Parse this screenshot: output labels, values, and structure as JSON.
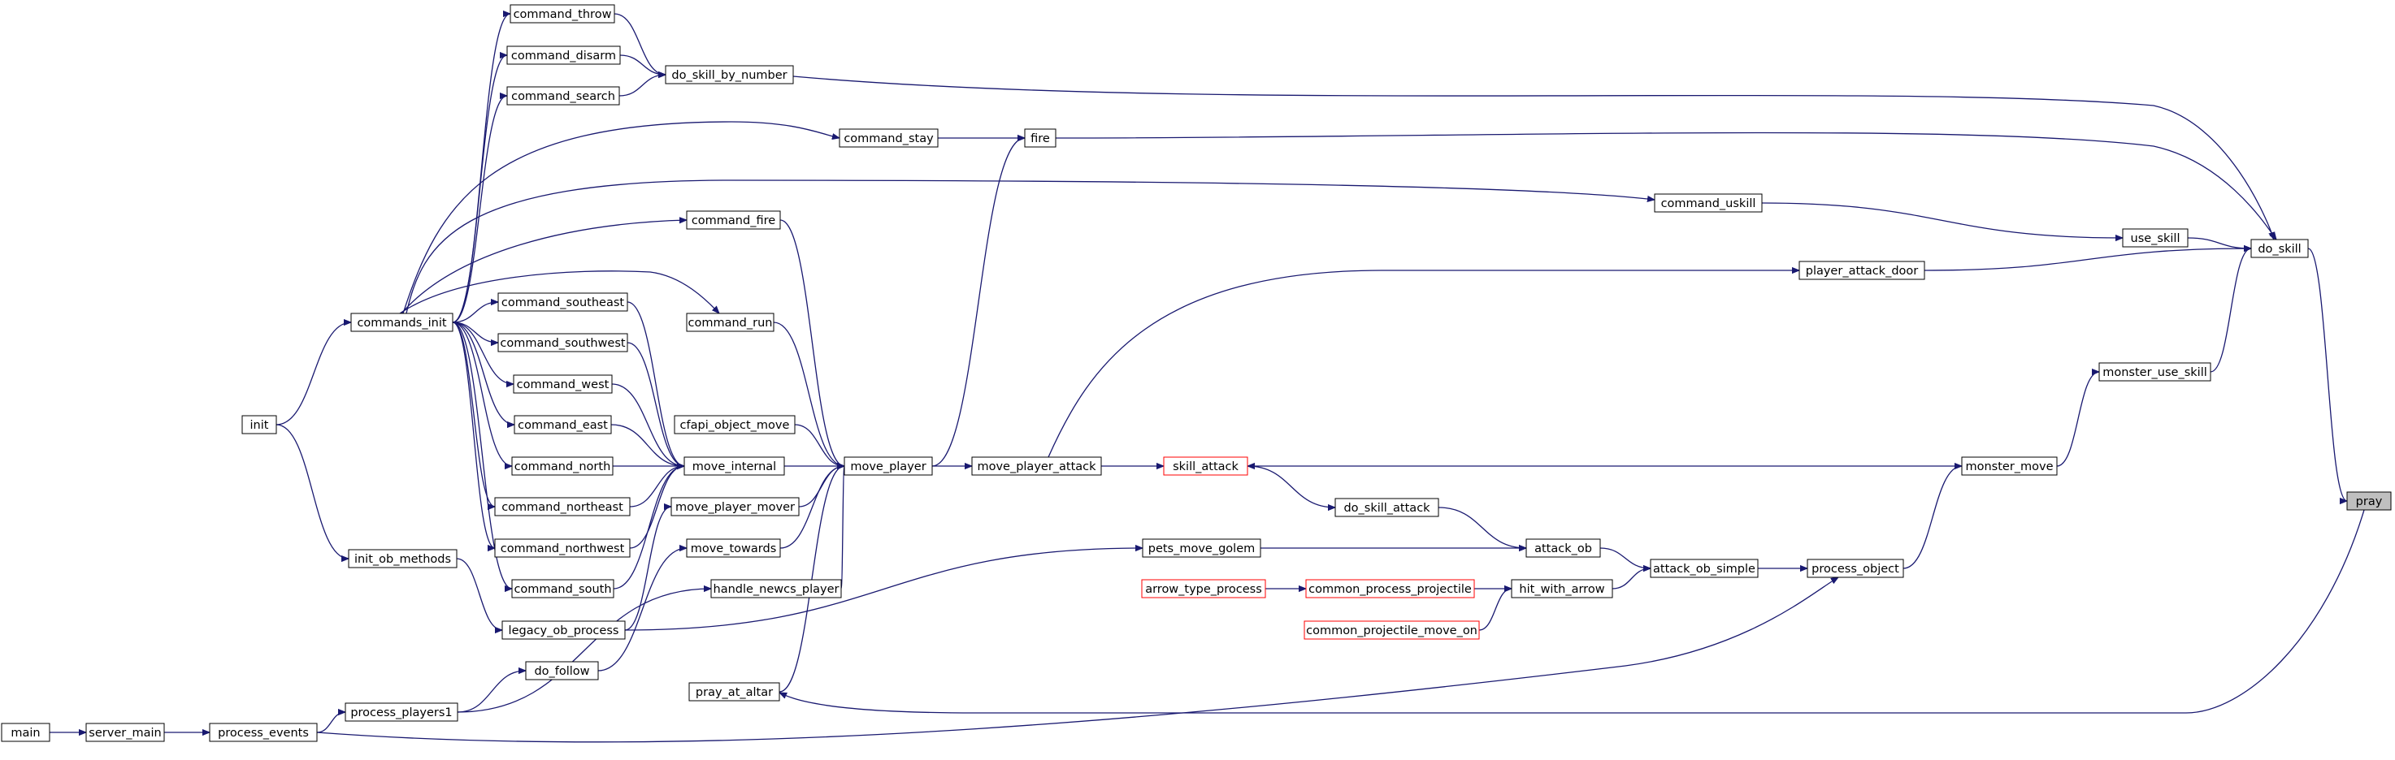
{
  "graph": {
    "target": "pray",
    "colors": {
      "edge": "#191970",
      "node_border": "#000000",
      "node_border_incomplete": "#ff0000",
      "target_fill": "#bfbfbf",
      "node_fill": "#ffffff"
    },
    "nodes": [
      {
        "id": "pray",
        "label": "pray"
      },
      {
        "id": "do_skill",
        "label": "do_skill"
      },
      {
        "id": "use_skill",
        "label": "use_skill"
      },
      {
        "id": "monster_use_skill",
        "label": "monster_use_skill"
      },
      {
        "id": "monster_move",
        "label": "monster_move"
      },
      {
        "id": "process_object",
        "label": "process_object"
      },
      {
        "id": "attack_ob_simple",
        "label": "attack_ob_simple"
      },
      {
        "id": "hit_with_arrow",
        "label": "hit_with_arrow"
      },
      {
        "id": "common_process_projectile",
        "label": "common_process_projectile"
      },
      {
        "id": "common_projectile_move_on",
        "label": "common_projectile_move_on"
      },
      {
        "id": "arrow_type_process",
        "label": "arrow_type_process"
      },
      {
        "id": "attack_ob",
        "label": "attack_ob"
      },
      {
        "id": "do_skill_attack",
        "label": "do_skill_attack"
      },
      {
        "id": "skill_attack",
        "label": "skill_attack"
      },
      {
        "id": "pets_move_golem",
        "label": "pets_move_golem"
      },
      {
        "id": "player_attack_door",
        "label": "player_attack_door"
      },
      {
        "id": "command_uskill",
        "label": "command_uskill"
      },
      {
        "id": "fire",
        "label": "fire"
      },
      {
        "id": "command_stay",
        "label": "command_stay"
      },
      {
        "id": "do_skill_by_number",
        "label": "do_skill_by_number"
      },
      {
        "id": "command_throw",
        "label": "command_throw"
      },
      {
        "id": "command_disarm",
        "label": "command_disarm"
      },
      {
        "id": "command_search",
        "label": "command_search"
      },
      {
        "id": "move_player_attack",
        "label": "move_player_attack"
      },
      {
        "id": "move_player",
        "label": "move_player"
      },
      {
        "id": "command_fire",
        "label": "command_fire"
      },
      {
        "id": "command_run",
        "label": "command_run"
      },
      {
        "id": "cfapi_object_move",
        "label": "cfapi_object_move"
      },
      {
        "id": "move_internal",
        "label": "move_internal"
      },
      {
        "id": "move_player_mover",
        "label": "move_player_mover"
      },
      {
        "id": "move_towards",
        "label": "move_towards"
      },
      {
        "id": "handle_newcs_player",
        "label": "handle_newcs_player"
      },
      {
        "id": "pray_at_altar",
        "label": "pray_at_altar"
      },
      {
        "id": "command_southeast",
        "label": "command_southeast"
      },
      {
        "id": "command_southwest",
        "label": "command_southwest"
      },
      {
        "id": "command_west",
        "label": "command_west"
      },
      {
        "id": "command_east",
        "label": "command_east"
      },
      {
        "id": "command_north",
        "label": "command_north"
      },
      {
        "id": "command_northeast",
        "label": "command_northeast"
      },
      {
        "id": "command_northwest",
        "label": "command_northwest"
      },
      {
        "id": "command_south",
        "label": "command_south"
      },
      {
        "id": "commands_init",
        "label": "commands_init"
      },
      {
        "id": "init",
        "label": "init"
      },
      {
        "id": "init_ob_methods",
        "label": "init_ob_methods"
      },
      {
        "id": "legacy_ob_process",
        "label": "legacy_ob_process"
      },
      {
        "id": "do_follow",
        "label": "do_follow"
      },
      {
        "id": "process_players1",
        "label": "process_players1"
      },
      {
        "id": "process_events",
        "label": "process_events"
      },
      {
        "id": "server_main",
        "label": "server_main"
      },
      {
        "id": "main",
        "label": "main"
      }
    ],
    "edges": [
      [
        "do_skill",
        "pray"
      ],
      [
        "use_skill",
        "do_skill"
      ],
      [
        "monster_use_skill",
        "do_skill"
      ],
      [
        "fire",
        "do_skill"
      ],
      [
        "do_skill_by_number",
        "do_skill"
      ],
      [
        "player_attack_door",
        "do_skill"
      ],
      [
        "monster_move",
        "monster_use_skill"
      ],
      [
        "monster_move",
        "skill_attack"
      ],
      [
        "process_object",
        "monster_move"
      ],
      [
        "attack_ob_simple",
        "process_object"
      ],
      [
        "hit_with_arrow",
        "attack_ob_simple"
      ],
      [
        "attack_ob",
        "attack_ob_simple"
      ],
      [
        "common_process_projectile",
        "hit_with_arrow"
      ],
      [
        "common_projectile_move_on",
        "hit_with_arrow"
      ],
      [
        "arrow_type_process",
        "common_process_projectile"
      ],
      [
        "do_skill_attack",
        "attack_ob"
      ],
      [
        "pets_move_golem",
        "attack_ob"
      ],
      [
        "skill_attack",
        "do_skill_attack"
      ],
      [
        "move_player_attack",
        "skill_attack"
      ],
      [
        "move_player_attack",
        "player_attack_door"
      ],
      [
        "move_player",
        "move_player_attack"
      ],
      [
        "move_player",
        "fire"
      ],
      [
        "command_uskill",
        "use_skill"
      ],
      [
        "command_stay",
        "fire"
      ],
      [
        "command_throw",
        "do_skill_by_number"
      ],
      [
        "command_disarm",
        "do_skill_by_number"
      ],
      [
        "command_search",
        "do_skill_by_number"
      ],
      [
        "command_fire",
        "move_player"
      ],
      [
        "command_run",
        "move_player"
      ],
      [
        "cfapi_object_move",
        "move_player"
      ],
      [
        "move_internal",
        "move_player"
      ],
      [
        "move_player_mover",
        "move_player"
      ],
      [
        "move_towards",
        "move_player"
      ],
      [
        "handle_newcs_player",
        "move_player"
      ],
      [
        "pray_at_altar",
        "move_player"
      ],
      [
        "command_southeast",
        "move_internal"
      ],
      [
        "command_southwest",
        "move_internal"
      ],
      [
        "command_west",
        "move_internal"
      ],
      [
        "command_east",
        "move_internal"
      ],
      [
        "command_north",
        "move_internal"
      ],
      [
        "command_northeast",
        "move_internal"
      ],
      [
        "command_northwest",
        "move_internal"
      ],
      [
        "command_south",
        "move_internal"
      ],
      [
        "commands_init",
        "command_throw"
      ],
      [
        "commands_init",
        "command_disarm"
      ],
      [
        "commands_init",
        "command_search"
      ],
      [
        "commands_init",
        "command_stay"
      ],
      [
        "commands_init",
        "command_uskill"
      ],
      [
        "commands_init",
        "command_fire"
      ],
      [
        "commands_init",
        "command_run"
      ],
      [
        "commands_init",
        "command_southeast"
      ],
      [
        "commands_init",
        "command_southwest"
      ],
      [
        "commands_init",
        "command_west"
      ],
      [
        "commands_init",
        "command_east"
      ],
      [
        "commands_init",
        "command_north"
      ],
      [
        "commands_init",
        "command_northeast"
      ],
      [
        "commands_init",
        "command_northwest"
      ],
      [
        "commands_init",
        "command_south"
      ],
      [
        "init",
        "commands_init"
      ],
      [
        "init",
        "init_ob_methods"
      ],
      [
        "init_ob_methods",
        "legacy_ob_process"
      ],
      [
        "legacy_ob_process",
        "move_player_mover"
      ],
      [
        "legacy_ob_process",
        "pets_move_golem"
      ],
      [
        "do_follow",
        "move_towards"
      ],
      [
        "process_players1",
        "do_follow"
      ],
      [
        "process_players1",
        "handle_newcs_player"
      ],
      [
        "process_events",
        "process_players1"
      ],
      [
        "process_events",
        "process_object"
      ],
      [
        "server_main",
        "process_events"
      ],
      [
        "main",
        "server_main"
      ],
      [
        "pray",
        "pray_at_altar"
      ]
    ]
  }
}
